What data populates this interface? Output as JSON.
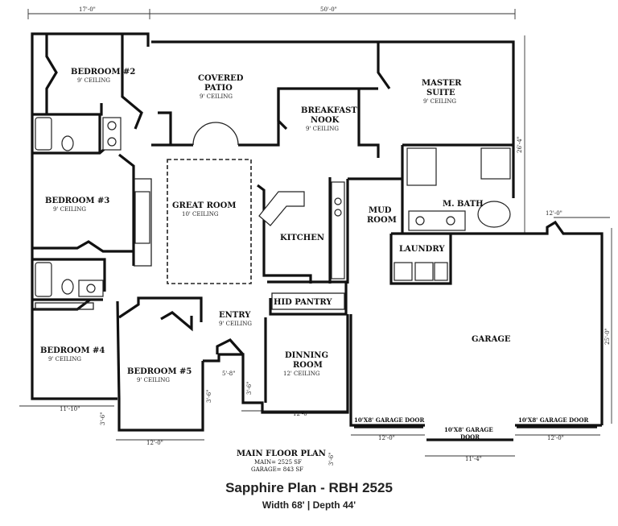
{
  "plan": {
    "name": "Sapphire Plan - RBH 2525",
    "size_line": "Width 68' | Depth 44'",
    "label": "MAIN FLOOR PLAN",
    "main_sf": "MAIN= 2525 SF",
    "garage_sf": "GARAGE= 843 SF"
  },
  "rooms": {
    "bedroom2": {
      "name": "BEDROOM #2",
      "ceiling": "9' CEILING"
    },
    "covered_patio": {
      "line1": "COVERED",
      "line2": "PATIO",
      "ceiling": "9' CEILING"
    },
    "breakfast_nook": {
      "line1": "BREAKFAST",
      "line2": "NOOK",
      "ceiling": "9' CEILING"
    },
    "master_suite": {
      "line1": "MASTER",
      "line2": "SUITE",
      "ceiling": "9' CEILING"
    },
    "bedroom3": {
      "name": "BEDROOM #3",
      "ceiling": "9' CEILING"
    },
    "great_room": {
      "name": "GREAT ROOM",
      "ceiling": "10' CEILING"
    },
    "kitchen": {
      "name": "KITCHEN"
    },
    "mud_room": {
      "line1": "MUD",
      "line2": "ROOM"
    },
    "m_bath": {
      "name": "M. BATH"
    },
    "laundry": {
      "name": "LAUNDRY"
    },
    "hid_pantry": {
      "name": "HID PANTRY"
    },
    "garage": {
      "name": "GARAGE"
    },
    "entry": {
      "name": "ENTRY",
      "ceiling": "9' CEILING"
    },
    "bedroom4": {
      "name": "BEDROOM #4",
      "ceiling": "9' CEILING"
    },
    "bedroom5": {
      "name": "BEDROOM #5",
      "ceiling": "9' CEILING"
    },
    "dining_room": {
      "line1": "DINNING",
      "line2": "ROOM",
      "ceiling": "12' CEILING"
    }
  },
  "garage_doors": {
    "left": "10'X8' GARAGE DOOR",
    "middle_line1": "10'X8' GARAGE",
    "middle_line2": "DOOR",
    "right": "10'X8' GARAGE DOOR"
  },
  "dimensions": {
    "top_left": "17'-0\"",
    "top_total": "50'-0\"",
    "right_upper": "26'-4\"",
    "garage_top": "12'-0\"",
    "garage_side": "25'-0\"",
    "bedroom4_bottom": "11'-10\"",
    "bedroom5_bottom": "12'-0\"",
    "bedroom4_side": "3'-6\"",
    "entry_closet": "5'-8\"",
    "entry_side": "3'-6\"",
    "entry_side2": "3'-6\"",
    "dining_bottom": "12'-0\"",
    "garage_bottom_left": "12'-0\"",
    "garage_bottom_right": "12'-0\"",
    "garage_bottom_mid": "11'-4\"",
    "main_label_side": "3'-6\""
  }
}
